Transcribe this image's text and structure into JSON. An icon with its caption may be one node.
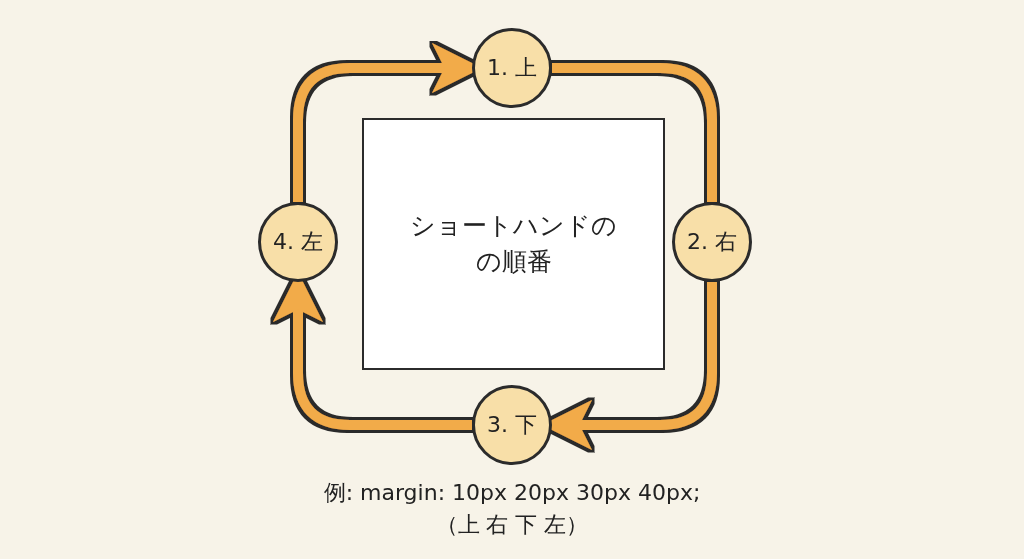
{
  "diagram": {
    "nodes": [
      {
        "text": [
          "ショートハンドのの順番"
        ]
      },
      {
        "text": [
          "1. 上"
        ]
      },
      {
        "text": [
          "2. 右"
        ]
      },
      {
        "text": [
          "3. 下"
        ]
      },
      {
        "text": [
          "4. 左"
        ]
      }
    ],
    "edges": [
      {
        "from": 1,
        "to": 2,
        "arrow": "none"
      },
      {
        "from": 2,
        "to": 3,
        "arrow": "to"
      },
      {
        "from": 3,
        "to": 4,
        "arrow": "to"
      },
      {
        "from": 4,
        "to": 1,
        "arrow": "to"
      }
    ],
    "labels": [
      "例: margin: 10px 20px 30px 40px;",
      "（上 右 下 左）"
    ]
  }
}
